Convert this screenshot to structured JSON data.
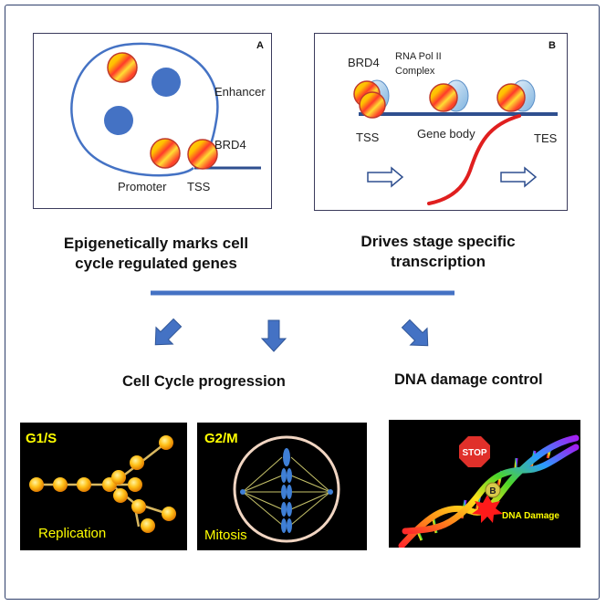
{
  "panel_a": {
    "letter": "A",
    "enhancer": "Enhancer",
    "brd4": "BRD4",
    "promoter": "Promoter",
    "tss": "TSS"
  },
  "panel_b": {
    "letter": "B",
    "brd4": "BRD4",
    "rna_pol_line1": "RNA Pol II",
    "rna_pol_line2": "Complex",
    "tss": "TSS",
    "gene_body": "Gene body",
    "tes": "TES"
  },
  "captions": {
    "left_line1": "Epigenetically marks cell",
    "left_line2": "cycle regulated genes",
    "right_line1": "Drives stage specific",
    "right_line2": "transcription"
  },
  "outcomes": {
    "cell_cycle": "Cell Cycle progression",
    "dna_damage": "DNA damage control"
  },
  "g1s": {
    "title": "G1/S",
    "label": "Replication"
  },
  "g2m": {
    "title": "G2/M",
    "label": "Mitosis"
  },
  "dna": {
    "stop": "STOP",
    "badge": "B",
    "damage": "DNA Damage"
  },
  "colors": {
    "frame": "#2f3f6b",
    "arrow_blue": "#4472c4",
    "nucleosome": "#4472c4",
    "yellow_text": "#ffff00",
    "stop_red": "#e0302a"
  }
}
